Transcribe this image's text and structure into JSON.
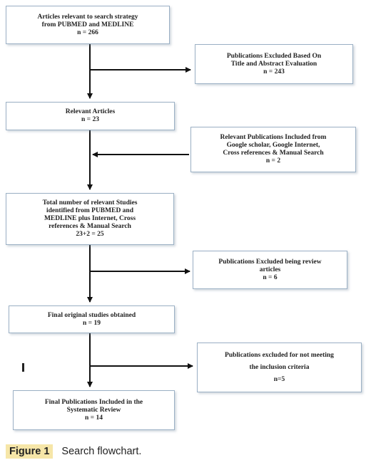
{
  "flowchart": {
    "search": {
      "line1": "Articles relevant to search strategy",
      "line2": "from PUBMED and MEDLINE",
      "count": "n = 266"
    },
    "excluded_title": {
      "line1": "Publications Excluded Based On",
      "line2": "Title and Abstract Evaluation",
      "count": "n = 243"
    },
    "relevant": {
      "line1": "Relevant Articles",
      "count": "n = 23"
    },
    "included_other": {
      "line1": "Relevant Publications Included from",
      "line2": "Google scholar, Google Internet,",
      "line3": "Cross references & Manual Search",
      "count": "n = 2"
    },
    "total": {
      "line1": "Total number of relevant Studies",
      "line2": "identified from PUBMED and",
      "line3": "MEDLINE plus Internet, Cross",
      "line4": "references & Manual Search",
      "line5": "23+2 = 25"
    },
    "excluded_review": {
      "line1": "Publications Excluded being review",
      "line2": "articles",
      "count": "n = 6"
    },
    "final_original": {
      "line1": "Final original studies obtained",
      "count": "n = 19"
    },
    "excluded_criteria": {
      "line1": "Publications excluded for not meeting",
      "line2": "the inclusion criteria",
      "count": "n=5"
    },
    "final_included": {
      "line1": "Final Publications Included in the",
      "line2": "Systematic Review",
      "count": "n = 14"
    },
    "stray_mark": "I"
  },
  "caption": {
    "label": "Figure 1",
    "text": "Search flowchart."
  },
  "colors": {
    "box_border": "#9bb0c4",
    "arrow": "#111111",
    "caption_highlight": "#f6e6a8"
  }
}
